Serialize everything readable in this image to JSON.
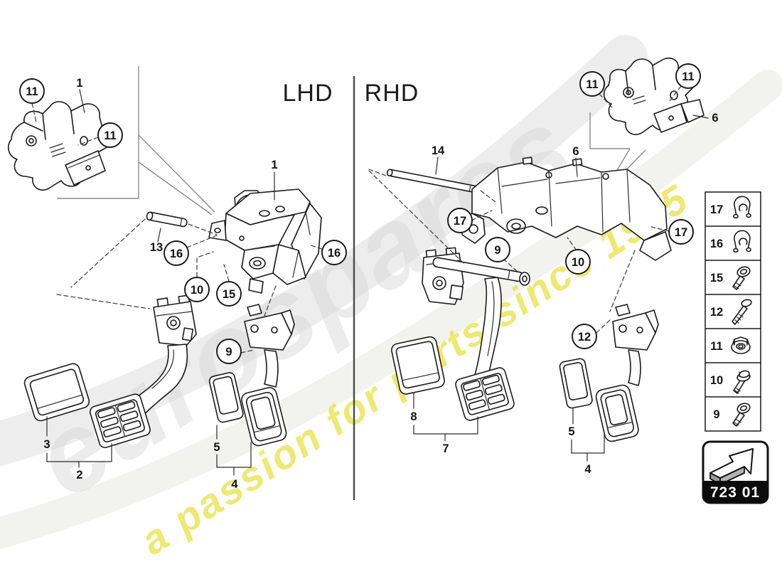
{
  "header": {
    "lhd_label": "LHD",
    "rhd_label": "RHD"
  },
  "watermark": {
    "brand": "eurospares",
    "tagline": "a passion for parts since 1985"
  },
  "callouts": {
    "lhd_inset_item": "1",
    "lhd_inset_clip_left": "11",
    "lhd_inset_clip_right": "11",
    "lhd_bracket": "1",
    "lhd_pin": "13",
    "lhd_clip_left": "16",
    "lhd_bolt_lower": "10",
    "lhd_screw": "15",
    "lhd_clip_right": "16",
    "lhd_accel_screw": "9",
    "lhd_brake_cover": "3",
    "lhd_brake_pedal": "2",
    "lhd_accel_cover": "5",
    "lhd_accel_pedal": "4",
    "rhd_rod": "14",
    "rhd_bracket": "6",
    "rhd_clip_left": "17",
    "rhd_screw_mid": "9",
    "rhd_bolt": "10",
    "rhd_clip_right": "17",
    "rhd_accel_screw": "12",
    "rhd_brake_cover": "8",
    "rhd_brake_pedal": "7",
    "rhd_accel_cover": "5",
    "rhd_accel_pedal": "4",
    "rhd_inset_clip_left": "11",
    "rhd_inset_clip_right": "11",
    "rhd_inset_bracket": "6"
  },
  "hardware_legend": {
    "items": [
      {
        "number": "17",
        "icon": "spring-clip"
      },
      {
        "number": "16",
        "icon": "spring-clip"
      },
      {
        "number": "15",
        "icon": "pan-head-screw"
      },
      {
        "number": "12",
        "icon": "long-screw"
      },
      {
        "number": "11",
        "icon": "flange-nut"
      },
      {
        "number": "10",
        "icon": "hex-flange-bolt"
      },
      {
        "number": "9",
        "icon": "pan-head-screw"
      }
    ]
  },
  "part_group": {
    "code": "723 01"
  }
}
